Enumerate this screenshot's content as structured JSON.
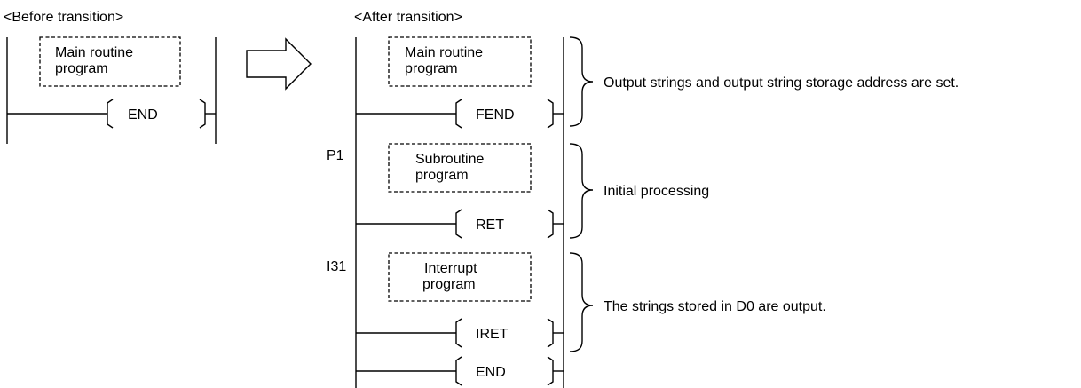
{
  "before": {
    "heading": "<Before transition>",
    "main_box": {
      "line1": "Main routine",
      "line2": "program"
    },
    "end_label": "END"
  },
  "after": {
    "heading": "<After transition>",
    "main_box": {
      "line1": "Main routine",
      "line2": "program"
    },
    "fend_label": "FEND",
    "p1_label": "P1",
    "sub_box": {
      "line1": "Subroutine",
      "line2": "program"
    },
    "ret_label": "RET",
    "i31_label": "I31",
    "int_box": {
      "line1": "Interrupt",
      "line2": "program"
    },
    "iret_label": "IRET",
    "end_label": "END"
  },
  "annotations": {
    "a1": "Output strings and output string storage address are set.",
    "a2": "Initial processing",
    "a3": "The strings stored in D0 are output."
  }
}
